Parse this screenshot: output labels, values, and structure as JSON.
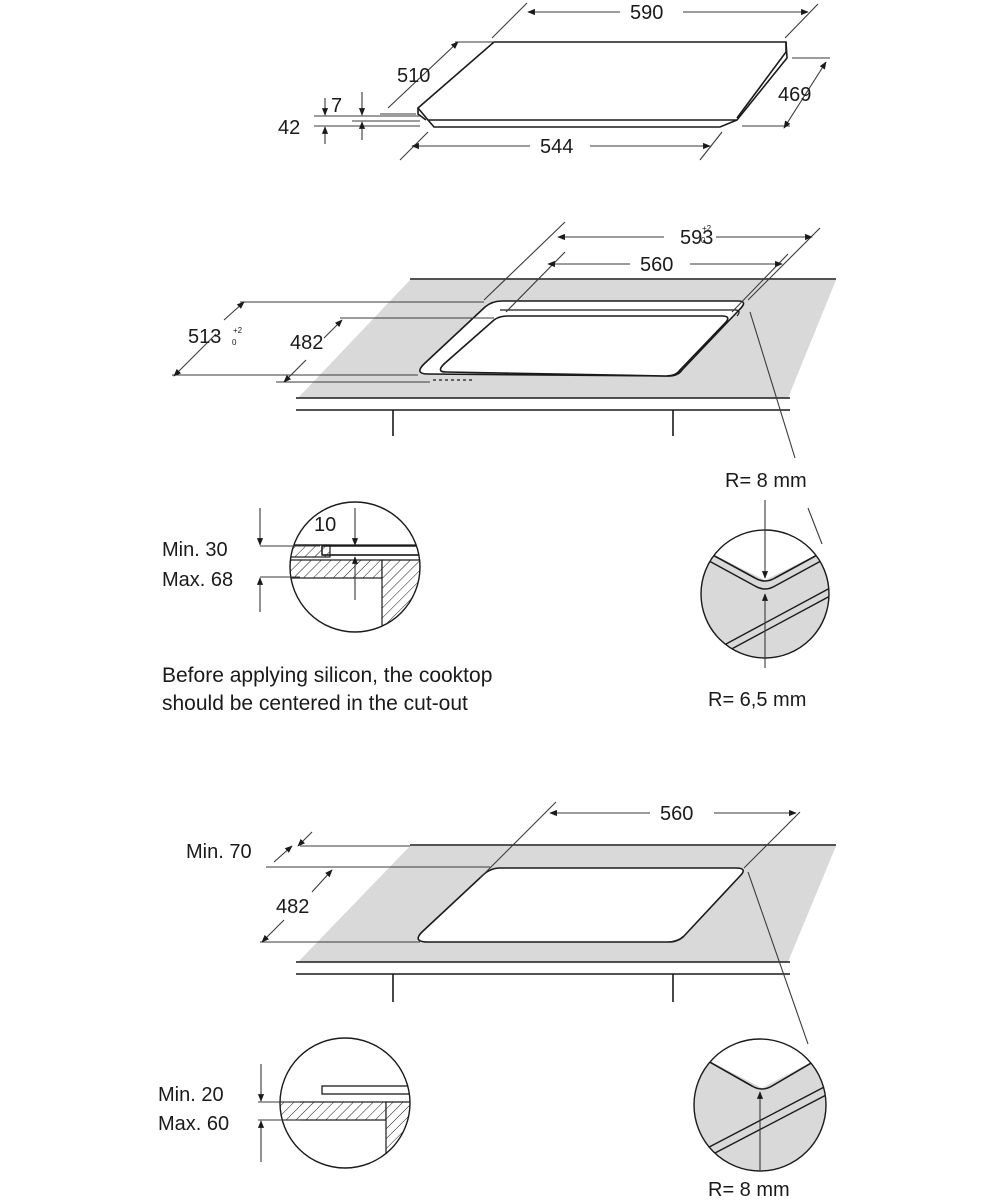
{
  "cooktop": {
    "width": "590",
    "depth_top": "510",
    "depth_right": "469",
    "glass_thickness": "7",
    "total_height": "42",
    "bottom_width": "544"
  },
  "cutout_flush": {
    "width_outer": "593",
    "width_outer_tol_plus": "+2",
    "width_outer_tol_zero": "0",
    "width_inner": "560",
    "depth_outer": "513",
    "depth_outer_tol_plus": "+2",
    "depth_outer_tol_zero": "0",
    "depth_inner": "482",
    "radius_outer": "R= 8 mm",
    "radius_inner": "R= 6,5 mm",
    "detail_top": "10",
    "thickness_min": "Min. 30",
    "thickness_max": "Max. 68",
    "note_line1": "Before applying silicon, the cooktop",
    "note_line2": "should be centered in the cut-out"
  },
  "cutout_standard": {
    "width": "560",
    "depth": "482",
    "min_back": "Min. 70",
    "thickness_min": "Min. 20",
    "thickness_max": "Max. 60",
    "radius": "R= 8 mm"
  },
  "colors": {
    "worktop": "#d9d9d9",
    "lines": "#1a1a1a"
  }
}
